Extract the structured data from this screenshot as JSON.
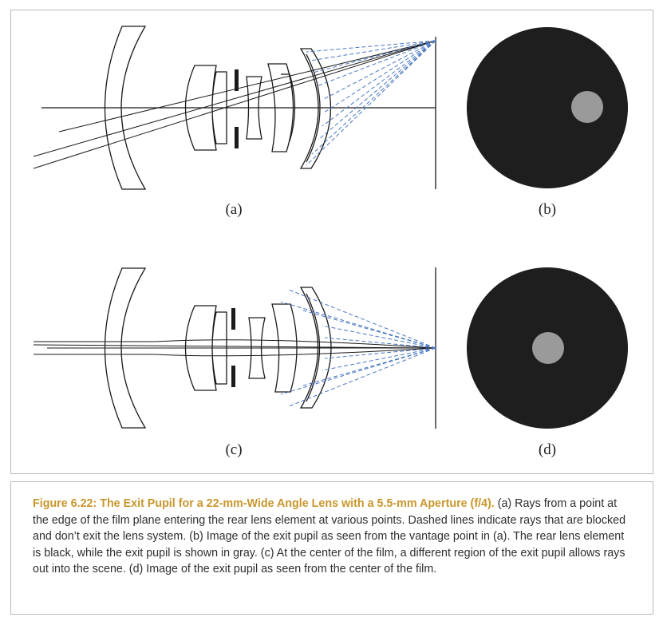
{
  "figure": {
    "panels": [
      {
        "id": "a",
        "label": "(a)"
      },
      {
        "id": "b",
        "label": "(b)"
      },
      {
        "id": "c",
        "label": "(c)"
      },
      {
        "id": "d",
        "label": "(d)"
      }
    ],
    "colors": {
      "lens_stroke": "#1a1a1a",
      "blocked_ray": "#4a78c2",
      "rear_element": "#1e1e1e",
      "exit_pupil": "#9a9a9a",
      "border": "#b9b9b9"
    }
  },
  "caption": {
    "title": "Figure 6.22: The Exit Pupil for a 22-mm-Wide Angle Lens with a 5.5-mm Aperture (f/4).",
    "text": " (a) Rays from a point at the edge of the film plane entering the rear lens element at various points. Dashed lines indicate rays that are blocked and don’t exit the lens system. (b) Image of the exit pupil as seen from the vantage point in (a). The rear lens element is black, while the exit pupil is shown in gray. (c) At the center of the film, a different region of the exit pupil allows rays out into the scene. (d) Image of the exit pupil as seen from the center of the film.",
    "title_color": "#c9962c"
  }
}
